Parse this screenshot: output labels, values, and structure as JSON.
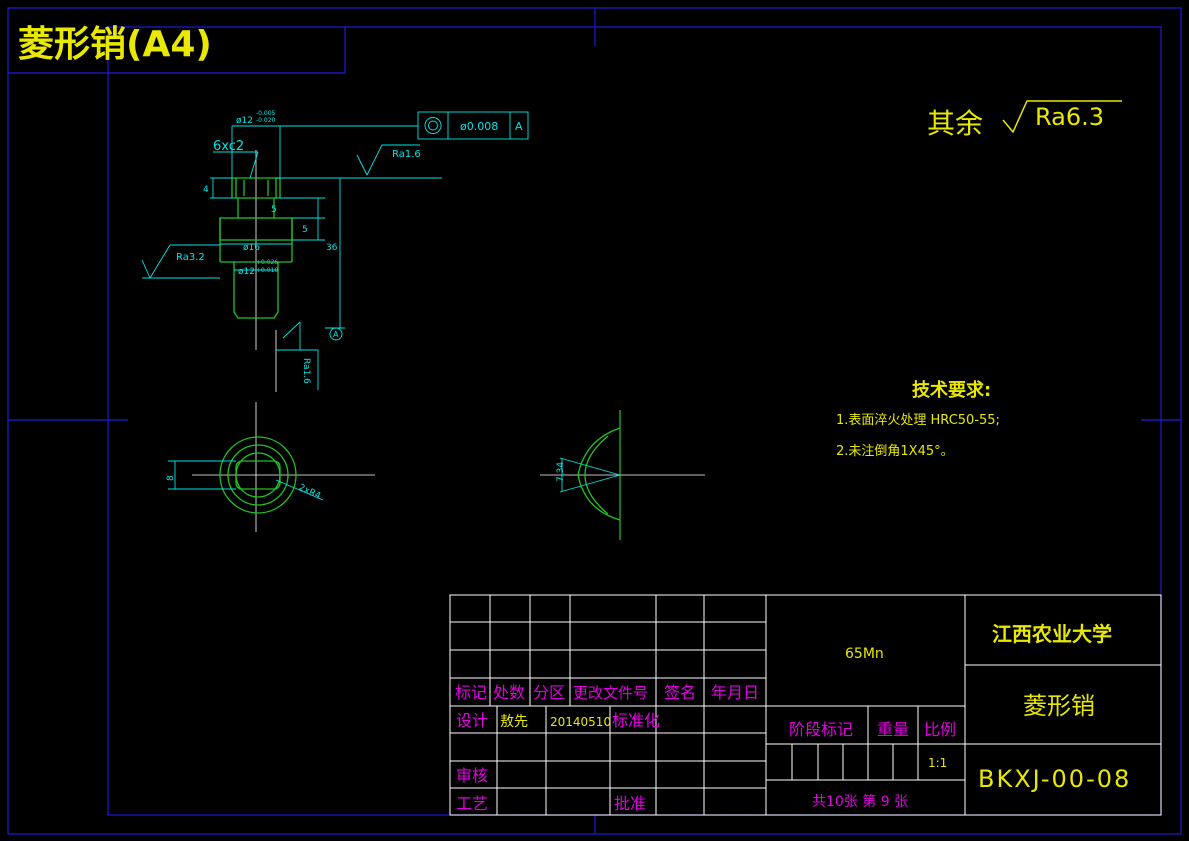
{
  "sheet_title": "菱形销(A4)",
  "colors": {
    "border": "#1c1cd6",
    "cyan": "#00e5e5",
    "green": "#22c322",
    "yellow": "#e8e800",
    "magenta": "#e000e0",
    "white": "#ffffff"
  },
  "surface_note": {
    "prefix": "其余",
    "roughness": "Ra6.3"
  },
  "drawing": {
    "dim_dia_top": "ø12",
    "tol_top_upper": "-0.005",
    "tol_top_lower": "-0.020",
    "chamfer": "6xc2",
    "geo_tol_value": "ø0.008",
    "geo_tol_datum": "A",
    "ra_top": "Ra1.6",
    "dim_4": "4",
    "dim_5a": "5",
    "dim_5b": "5",
    "dim_36": "36",
    "dim_dia_flange": "ø16",
    "ra_left": "Ra3.2",
    "dim_dia_bottom": "ø12",
    "tol_bottom_upper": "+0.026",
    "tol_bottom_lower": "+0.010",
    "datum_label": "A",
    "ra_bottom": "Ra1.6",
    "dim_8": "8",
    "dim_radius": "2xR4",
    "dim_angle": "7.34"
  },
  "tech_requirements": {
    "heading": "技术要求:",
    "items": [
      "1.表面淬火处理 HRC50-55;",
      "2.未注倒角1X45°。"
    ]
  },
  "title_block": {
    "material": "65Mn",
    "school": "江西农业大学",
    "part_name": "菱形销",
    "drawing_no": "BKXJ-00-08",
    "headers": [
      "标记",
      "处数",
      "分区",
      "更改文件号",
      "签名",
      "年月日"
    ],
    "design_label": "设计",
    "designer": "敖先",
    "design_date": "20140510",
    "standardize_label": "标准化",
    "stage_label": "阶段标记",
    "weight_label": "重量",
    "scale_label": "比例",
    "scale_value": "1:1",
    "review_label": "审核",
    "process_label": "工艺",
    "approve_label": "批准",
    "sheet_count": "共10张  第 9 张"
  }
}
